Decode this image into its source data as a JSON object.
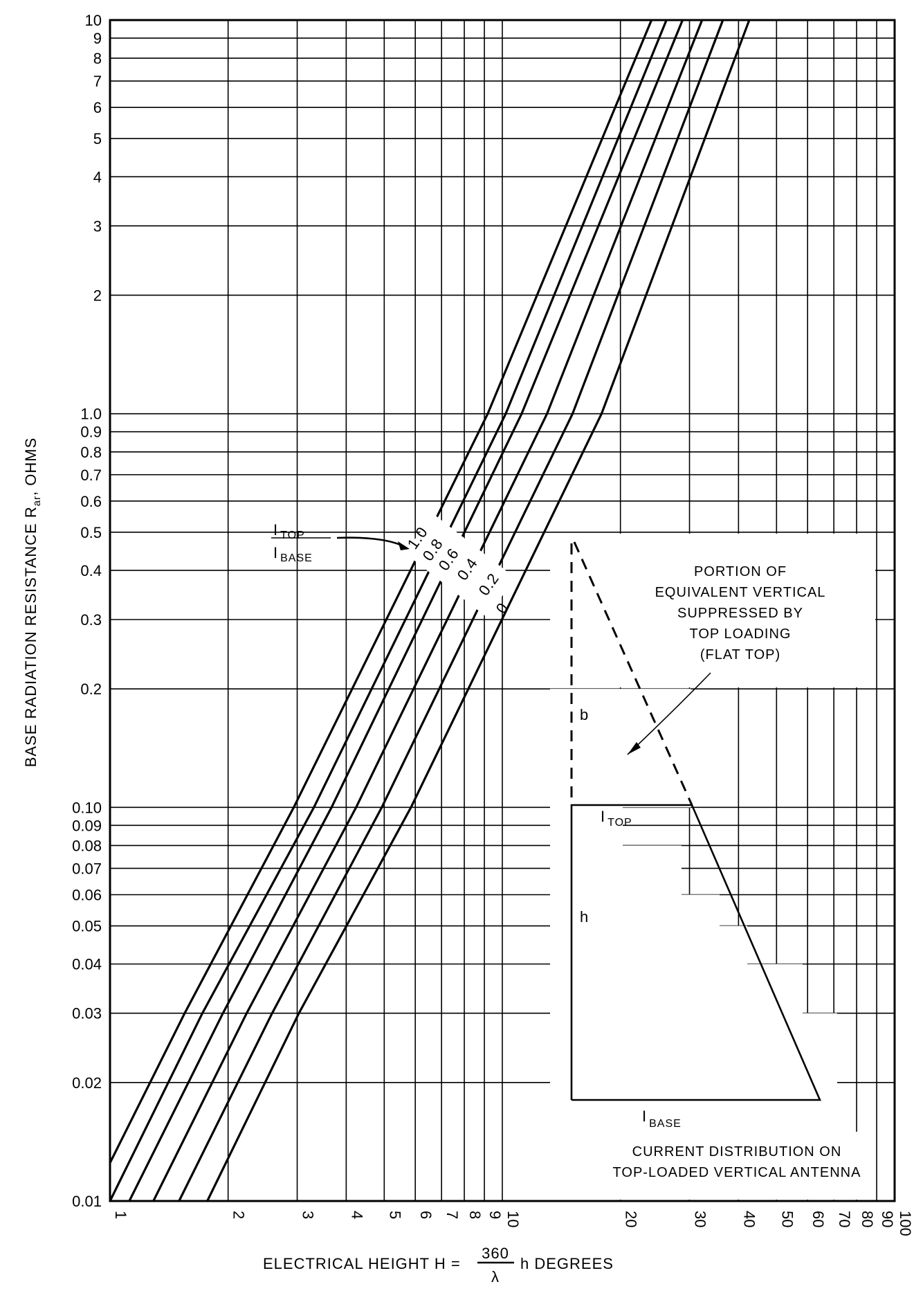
{
  "chart_data": {
    "type": "line",
    "title": "",
    "xlabel": "ELECTRICAL HEIGHT H = 360/λ h DEGREES",
    "xlabel_parts": {
      "prefix": "ELECTRICAL HEIGHT H =",
      "numerator": "360",
      "denominator": "λ",
      "suffix": "h DEGREES"
    },
    "ylabel": "BASE RADIATION RESISTANCE Rar, OHMS",
    "ylabel_parts": {
      "main": "BASE RADIATION RESISTANCE R",
      "sub": "ar",
      "suffix": ", OHMS"
    },
    "xscale": "log",
    "yscale": "log",
    "xlim": [
      1,
      100
    ],
    "ylim": [
      0.01,
      10
    ],
    "grid": true,
    "x_ticks": [
      "1",
      "2",
      "3",
      "4",
      "5",
      "6",
      "7",
      "8",
      "9",
      "10",
      "20",
      "30",
      "40",
      "50",
      "60",
      "70",
      "80",
      "90",
      "100"
    ],
    "x_tick_values": [
      1,
      2,
      3,
      4,
      5,
      6,
      7,
      8,
      9,
      10,
      20,
      30,
      40,
      50,
      60,
      70,
      80,
      90,
      100
    ],
    "y_ticks": [
      "0.01",
      "0.02",
      "0.03",
      "0.04",
      "0.05",
      "0.06",
      "0.07",
      "0.08",
      "0.09",
      "0.10",
      "0.2",
      "0.3",
      "0.4",
      "0.5",
      "0.6",
      "0.7",
      "0.8",
      "0.9",
      "1.0",
      "2",
      "3",
      "4",
      "5",
      "6",
      "7",
      "8",
      "9",
      "10"
    ],
    "y_tick_values": [
      0.01,
      0.02,
      0.03,
      0.04,
      0.05,
      0.06,
      0.07,
      0.08,
      0.09,
      0.1,
      0.2,
      0.3,
      0.4,
      0.5,
      0.6,
      0.7,
      0.8,
      0.9,
      1.0,
      2,
      3,
      4,
      5,
      6,
      7,
      8,
      9,
      10
    ],
    "legend_title": {
      "numerator": "I",
      "numerator_sub": "TOP",
      "denominator": "I",
      "denominator_sub": "BASE"
    },
    "series": [
      {
        "name": "1.0",
        "label": "1.0",
        "points": [
          [
            1.0,
            0.0125
          ],
          [
            1.55,
            0.03
          ],
          [
            2.94,
            0.1
          ],
          [
            9.18,
            1.0
          ],
          [
            24.0,
            10
          ]
        ]
      },
      {
        "name": "0.8",
        "label": "0.8",
        "points": [
          [
            1.0,
            0.01
          ],
          [
            1.72,
            0.03
          ],
          [
            3.31,
            0.1
          ],
          [
            10.2,
            1.0
          ],
          [
            26.2,
            10
          ]
        ]
      },
      {
        "name": "0.6",
        "label": "0.6",
        "points": [
          [
            1.12,
            0.01
          ],
          [
            1.94,
            0.03
          ],
          [
            3.67,
            0.1
          ],
          [
            11.2,
            1.0
          ],
          [
            28.8,
            10
          ]
        ]
      },
      {
        "name": "0.4",
        "label": "0.4",
        "points": [
          [
            1.29,
            0.01
          ],
          [
            2.23,
            0.03
          ],
          [
            4.24,
            0.1
          ],
          [
            13.0,
            1.0
          ],
          [
            32.3,
            10
          ]
        ]
      },
      {
        "name": "0.2",
        "label": "0.2",
        "points": [
          [
            1.5,
            0.01
          ],
          [
            2.59,
            0.03
          ],
          [
            4.93,
            0.1
          ],
          [
            15.1,
            1.0
          ],
          [
            36.5,
            10
          ]
        ]
      },
      {
        "name": "0",
        "label": "0",
        "points": [
          [
            1.77,
            0.01
          ],
          [
            3.03,
            0.03
          ],
          [
            5.85,
            0.1
          ],
          [
            17.9,
            1.0
          ],
          [
            42.6,
            10
          ]
        ]
      }
    ],
    "annotations": [
      "PORTION OF EQUIVALENT VERTICAL SUPPRESSED BY TOP LOADING (FLAT TOP)",
      "CURRENT DISTRIBUTION ON TOP-LOADED VERTICAL ANTENNA"
    ]
  },
  "inset": {
    "note_lines": [
      "PORTION OF",
      "EQUIVALENT VERTICAL",
      "SUPPRESSED BY",
      "TOP LOADING",
      "(FLAT TOP)"
    ],
    "caption_lines": [
      "CURRENT DISTRIBUTION ON",
      "TOP-LOADED VERTICAL ANTENNA"
    ],
    "label_b": "b",
    "label_h": "h",
    "label_itop": {
      "main": "I",
      "sub": "TOP"
    },
    "label_ibase": {
      "main": "I",
      "sub": "BASE"
    }
  }
}
